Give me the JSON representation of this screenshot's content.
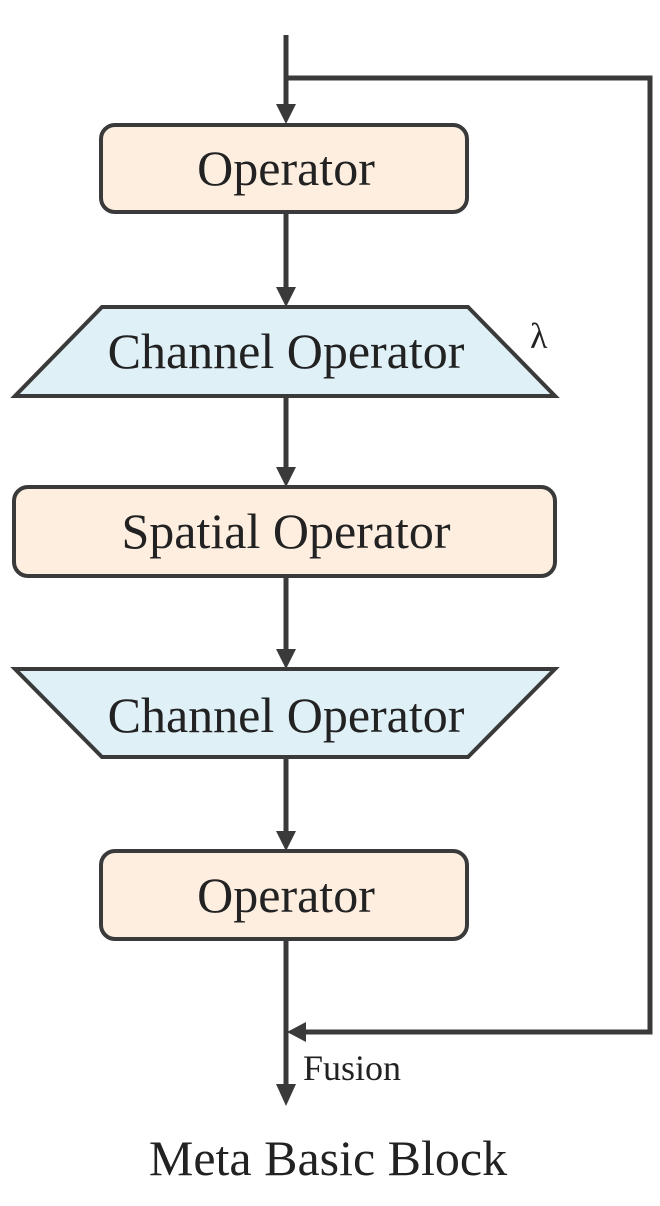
{
  "diagram": {
    "nodes": [
      {
        "id": "operator-1",
        "label": "Operator",
        "shape": "rounded-rect"
      },
      {
        "id": "channel-operator-1",
        "label": "Channel Operator",
        "shape": "trapezoid-wide-bottom"
      },
      {
        "id": "spatial-operator",
        "label": "Spatial Operator",
        "shape": "rounded-rect"
      },
      {
        "id": "channel-operator-2",
        "label": "Channel Operator",
        "shape": "trapezoid-wide-top"
      },
      {
        "id": "operator-2",
        "label": "Operator",
        "shape": "rounded-rect"
      }
    ],
    "annotations": {
      "lambda": "λ",
      "fusion": "Fusion"
    },
    "caption": "Meta Basic Block",
    "colors": {
      "operator_fill": "#fdeee0",
      "channel_fill": "#dff0f7",
      "stroke": "#3a3a3a",
      "text": "#222222"
    }
  }
}
